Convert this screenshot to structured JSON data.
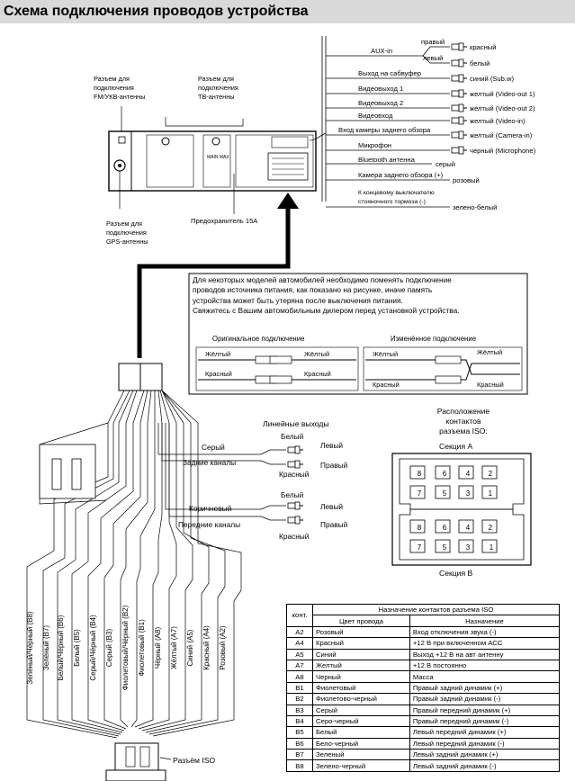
{
  "title": "Схема подключения проводов устройства",
  "head_unit": {
    "fm_label": "Разъем для подключения FM/УКВ-антенны",
    "tv_label": "Разъем для подключения ТВ-антенны",
    "gps_label": "Разъем для подключения GPS-антенны",
    "fuse_label": "Предохранитель 15А",
    "mark": "MAIN MAX"
  },
  "outputs": [
    {
      "name": "AUX-in",
      "sub": [
        "правый",
        "левый"
      ],
      "colors": [
        "красный",
        "белый"
      ]
    },
    {
      "name": "Выход на сабвуфер",
      "color": "синий (Sub.w)"
    },
    {
      "name": "Видеовыход 1",
      "color": "желтый (Video-out 1)"
    },
    {
      "name": "Видеовыход 2",
      "color": "желтый (Video-out 2)"
    },
    {
      "name": "Видеовход",
      "color": "желтый (Video-in)"
    },
    {
      "name": "Вход камеры заднего обзора",
      "color": "желтый (Camera-in)"
    },
    {
      "name": "Микрофон",
      "color": "черный (Microphone)"
    },
    {
      "name": "Bluetooth антенна",
      "color": "серый"
    },
    {
      "name": "Камера заднего обзора (+)",
      "color": "розовый"
    },
    {
      "name": "К концевому выключателю стояночного тормоза (-)",
      "color": "зелено-белый"
    }
  ],
  "note": {
    "lines": [
      "Для некоторых моделей автомобилей необходимо поменять подключение",
      "проводов источника питания, как показано на рисунке, иначе память",
      "устройства может быть утеряна после выключения питания.",
      "Свяжитесь с Вашим автомобильным дилером перед установкой устройства."
    ],
    "original": "Оригинальное подключение",
    "modified": "Изменённое подключение",
    "yellow": "Жёлтый",
    "red": "Красный"
  },
  "line_outs": {
    "title": "Линейные выходы",
    "rear": "Задние каналы",
    "front": "Передние каналы",
    "gray": "Серый",
    "brown": "Коричневый",
    "white": "Белый",
    "red": "Красный",
    "left": "Левый",
    "right": "Правый"
  },
  "iso_layout": {
    "title": "Расположение контактов разъема ISO:",
    "section_a": "Секция А",
    "section_b": "Секция В",
    "pins": [
      "8",
      "6",
      "4",
      "2",
      "7",
      "5",
      "3",
      "1"
    ]
  },
  "harness": {
    "wires": [
      "Зелёный/Чёрный (B8)",
      "Зелёный (B7)",
      "Белый/Чёрный (B6)",
      "Белый (B5)",
      "Серый/Чёрный (B4)",
      "Серый (B3)",
      "Фиолетовый/Чёрный (B2)",
      "Фиолетовый (B1)",
      "Чёрный (A8)",
      "Жёлтый (A7)",
      "Синий (A5)",
      "Красный (A4)",
      "Розовый (A2)"
    ],
    "iso_connector": "Разъём ISO"
  },
  "iso_table": {
    "title": "Назначение контактов разъема ISO",
    "headers": [
      "конт.",
      "Цвет провода",
      "Назначение"
    ],
    "rows": [
      [
        "A2",
        "Розовый",
        "Вход отключения звука (-)"
      ],
      [
        "A4",
        "Красный",
        "+12 В при включенном АСС"
      ],
      [
        "A5",
        "Синий",
        "Выход +12 В на авт антенну"
      ],
      [
        "A7",
        "Желтый",
        "+12 В постоянно"
      ],
      [
        "A8",
        "Черный",
        "Масса"
      ],
      [
        "B1",
        "Фиолетовый",
        "Правый задний динамик (+)"
      ],
      [
        "B2",
        "Фиолетово-черный",
        "Правый задний динамик (-)"
      ],
      [
        "B3",
        "Серый",
        "Правый передний динамик (+)"
      ],
      [
        "B4",
        "Серо-черный",
        "Правый передний динамик (-)"
      ],
      [
        "B5",
        "Белый",
        "Левый передний динамик (+)"
      ],
      [
        "B6",
        "Бело-черный",
        "Левый передний динамик (-)"
      ],
      [
        "B7",
        "Зеленый",
        "Левый задний динамик (+)"
      ],
      [
        "B8",
        "Зелено-черный",
        "Левый задний динамик (-)"
      ]
    ]
  }
}
